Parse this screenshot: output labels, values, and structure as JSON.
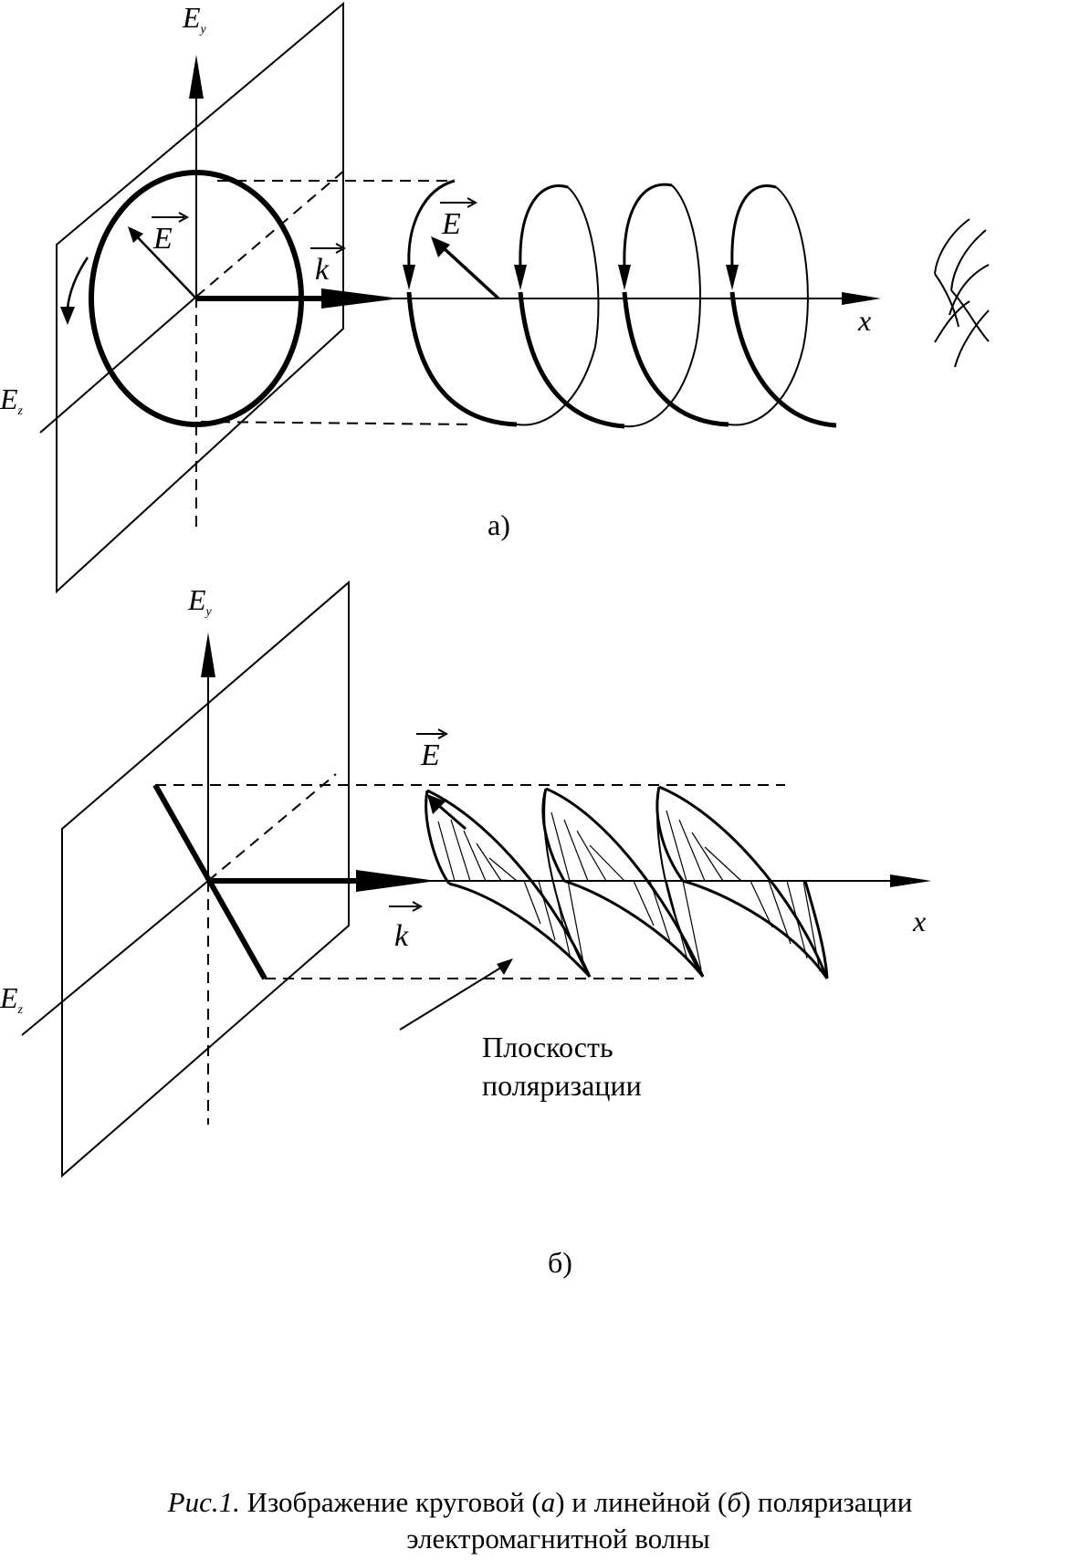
{
  "figure_a": {
    "label": "а)",
    "axis_y": "E",
    "axis_y_sub": "y",
    "axis_z": "E",
    "axis_z_sub": "z",
    "axis_x": "x",
    "vec_E": "E",
    "vec_k": "k"
  },
  "figure_b": {
    "label": "б)",
    "axis_y": "E",
    "axis_y_sub": "y",
    "axis_z": "E",
    "axis_z_sub": "z",
    "axis_x": "x",
    "vec_E": "E",
    "vec_k": "k",
    "plane_label_line1": "Плоскость",
    "plane_label_line2": "поляризации"
  },
  "caption": {
    "fig_ref": "Рис.1.",
    "text1": " Изображение круговой (",
    "a": "а",
    "text2": ") и линейной (",
    "b": "б",
    "text3": ") поляризации",
    "line2": "электромагнитной волны"
  }
}
